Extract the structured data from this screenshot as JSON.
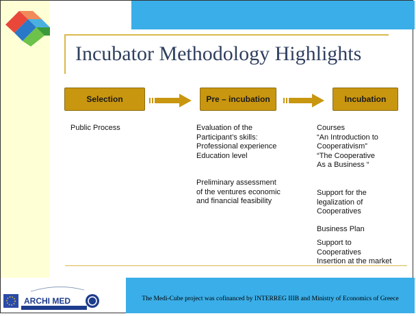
{
  "title": "Incubator Methodology Highlights",
  "steps": [
    {
      "label": "Selection"
    },
    {
      "label": "Pre – incubation"
    },
    {
      "label": "Incubation"
    }
  ],
  "columns": {
    "selection": [
      "Public Process"
    ],
    "preincubation_a": [
      "Evaluation of the",
      "Participant’s skills:",
      "Professional experience",
      "Education level"
    ],
    "preincubation_b": [
      "Preliminary assessment",
      "of the ventures economic",
      "and financial feasibility"
    ],
    "incubation_a": [
      "Courses",
      "“An Introduction to",
      "Cooperativism”",
      "“The Cooperative",
      "As a Business “"
    ],
    "incubation_b": [
      "Support for the",
      "legalization of",
      "Cooperatives"
    ],
    "incubation_c": [
      "Business Plan"
    ],
    "incubation_d": [
      "Support to",
      "Cooperatives",
      "Insertion at the market"
    ]
  },
  "footer": {
    "logo_text": "ARCHI MED",
    "text": "The Medi-Cube project was cofinanced by INTERREG IIIB and Ministry of Economics of Greece"
  },
  "colors": {
    "accent_blue": "#3aaee8",
    "box_gold": "#c9960f",
    "title": "#2f3f5f"
  }
}
